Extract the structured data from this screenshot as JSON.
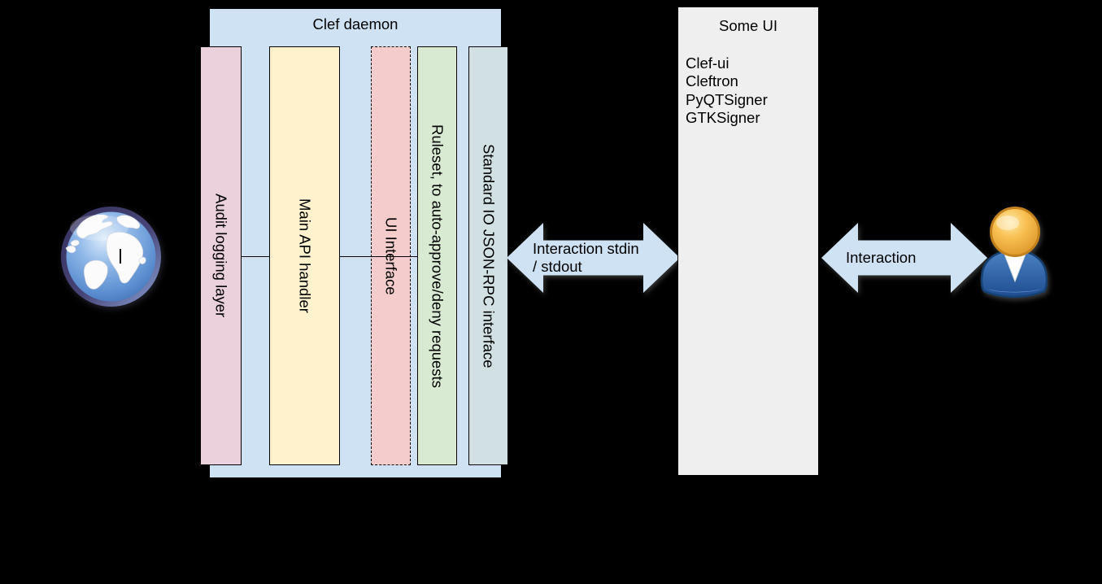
{
  "colors": {
    "background": "#000000",
    "container_blue": "#cfe2f3",
    "someui_gray": "#efefef",
    "arrow_blue": "#cfe2f3",
    "line_black": "#000000"
  },
  "clef_daemon": {
    "title": "Clef daemon",
    "columns": [
      {
        "label": "Audit logging layer",
        "color": "#ead1dc",
        "border": "solid"
      },
      {
        "label": "Main API handler",
        "color": "#fff2cc",
        "border": "solid"
      },
      {
        "label": "UI Interface",
        "color": "#f4cccc",
        "border": "dashed"
      },
      {
        "label": "Ruleset, to auto-approve/deny requests",
        "color": "#d9ead3",
        "border": "solid"
      },
      {
        "label": "Standard IO JSON-RPC interface",
        "color": "#d0e0e3",
        "border": "solid"
      }
    ]
  },
  "some_ui": {
    "title": "Some UI",
    "items": [
      "Clef-ui",
      "Cleftron",
      "PyQTSigner",
      "GTKSigner"
    ]
  },
  "arrows": {
    "left": {
      "lines": [
        "Interaction stdin",
        "/ stdout"
      ]
    },
    "right": {
      "label": "Interaction"
    }
  },
  "icons": {
    "left": "globe-icon",
    "right": "user-icon"
  }
}
